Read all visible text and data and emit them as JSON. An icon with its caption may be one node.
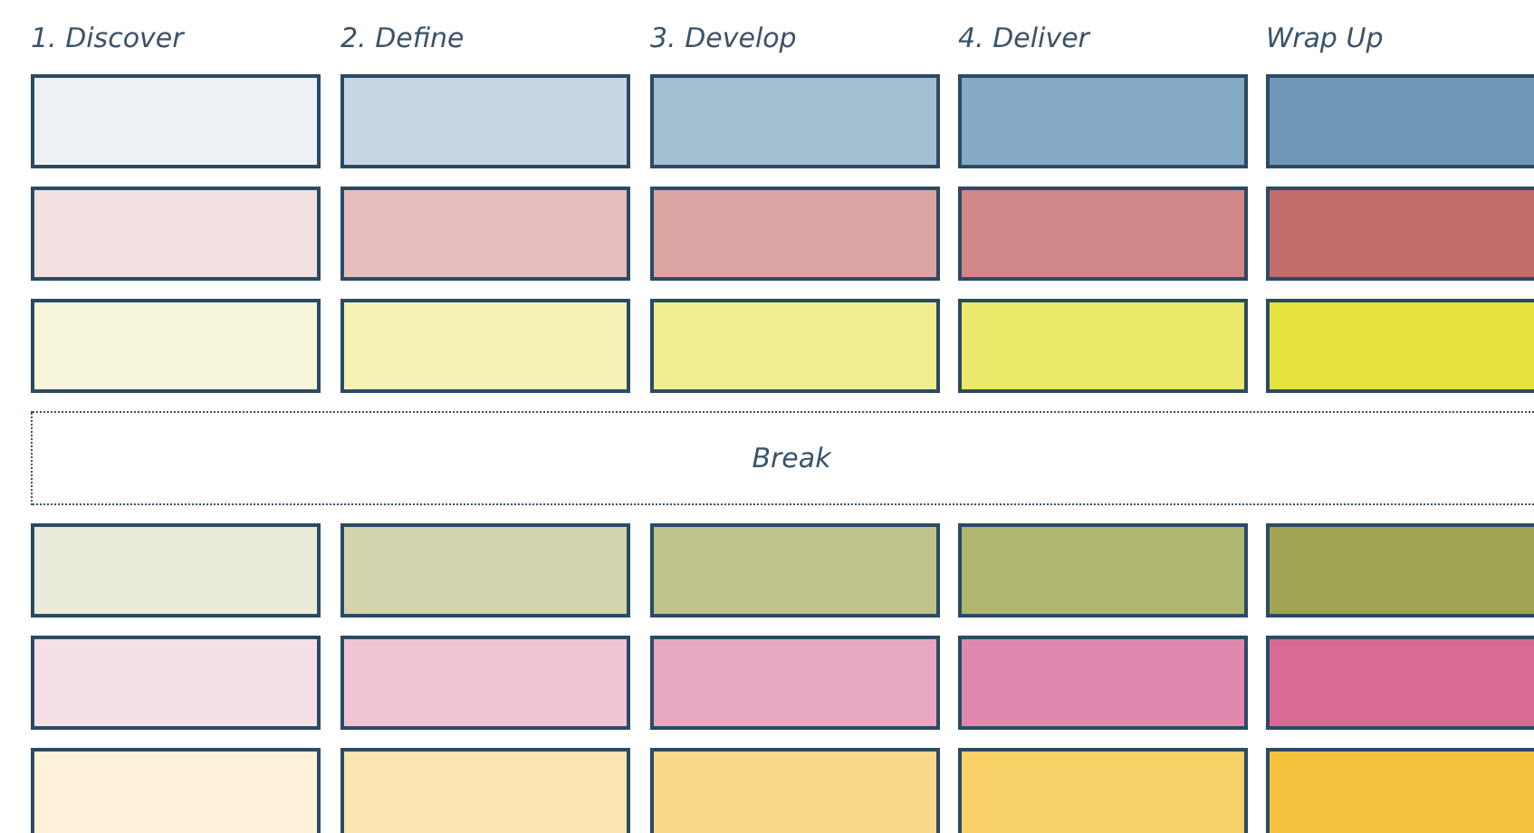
{
  "diagram": {
    "nodes": [
      {
        "text": [],
        "shape": "box"
      },
      {
        "text": [],
        "shape": "box"
      },
      {
        "text": [],
        "shape": "box"
      },
      {
        "text": [],
        "shape": "box"
      },
      {
        "text": [],
        "shape": "box"
      },
      {
        "text": [],
        "shape": "box"
      },
      {
        "text": [],
        "shape": "box"
      },
      {
        "text": [],
        "shape": "box"
      },
      {
        "text": [],
        "shape": "box"
      },
      {
        "text": [],
        "shape": "box"
      },
      {
        "text": [],
        "shape": "box"
      },
      {
        "text": [],
        "shape": "box"
      },
      {
        "text": [],
        "shape": "box"
      },
      {
        "text": [],
        "shape": "box"
      },
      {
        "text": [],
        "shape": "box"
      },
      {
        "text": [
          "Break"
        ]
      },
      {
        "text": [],
        "shape": "box"
      },
      {
        "text": [],
        "shape": "box"
      },
      {
        "text": [],
        "shape": "box"
      },
      {
        "text": [],
        "shape": "box"
      },
      {
        "text": [],
        "shape": "box"
      },
      {
        "text": [],
        "shape": "box"
      },
      {
        "text": [],
        "shape": "box"
      },
      {
        "text": [],
        "shape": "box"
      },
      {
        "text": [],
        "shape": "box"
      },
      {
        "text": [],
        "shape": "box"
      },
      {
        "text": [],
        "shape": "box"
      },
      {
        "text": [],
        "shape": "box"
      },
      {
        "text": [],
        "shape": "box"
      },
      {
        "text": [],
        "shape": "box"
      },
      {
        "text": [],
        "shape": "box"
      }
    ],
    "edges": [],
    "labels": [
      "1. Discover",
      "2. Define",
      "3. Develop",
      "4. Deliver",
      "Wrap Up"
    ]
  }
}
